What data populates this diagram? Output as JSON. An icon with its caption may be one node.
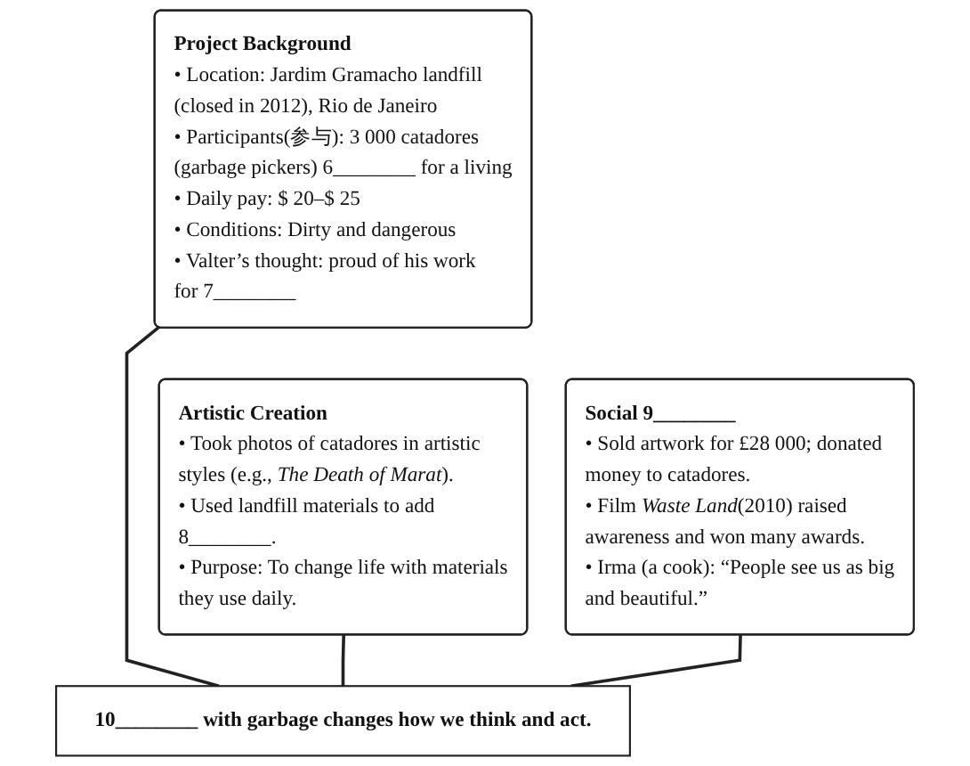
{
  "diagram": {
    "nodes": [
      {
        "text": [
          "Project Background",
          "• Location: Jardim Gramacho landfill (closed in 2012), Rio de Janeiro",
          "• Participants(参与): 3 000 catadores (garbage pickers) 6________ for a living",
          "• Daily pay: $ 20–$ 25",
          "• Conditions: Dirty and dangerous",
          "• Valter’s thought: proud of his work for 7________"
        ]
      },
      {
        "text": [
          "Artistic Creation",
          "• Took photos of catadores in artistic styles (e.g., *The Death of Marat*).",
          "• Used landfill materials to add 8________.",
          "• Purpose: To change life with materials they use daily."
        ]
      },
      {
        "text": [
          "Social 9________",
          "• Sold artwork for £28 000; donated money to catadores.",
          "• Film *Waste Land*(2010) raised awareness and won many awards.",
          "• Irma (a cook): “People see us as big and beautiful.”"
        ]
      },
      {
        "text": [
          "10________ with garbage changes how we think and act."
        ]
      }
    ],
    "edges": [
      {
        "from": 0,
        "to": 3,
        "arrow": "none"
      },
      {
        "from": 1,
        "to": 3,
        "arrow": "none"
      },
      {
        "from": 2,
        "to": 3,
        "arrow": "none"
      }
    ]
  }
}
